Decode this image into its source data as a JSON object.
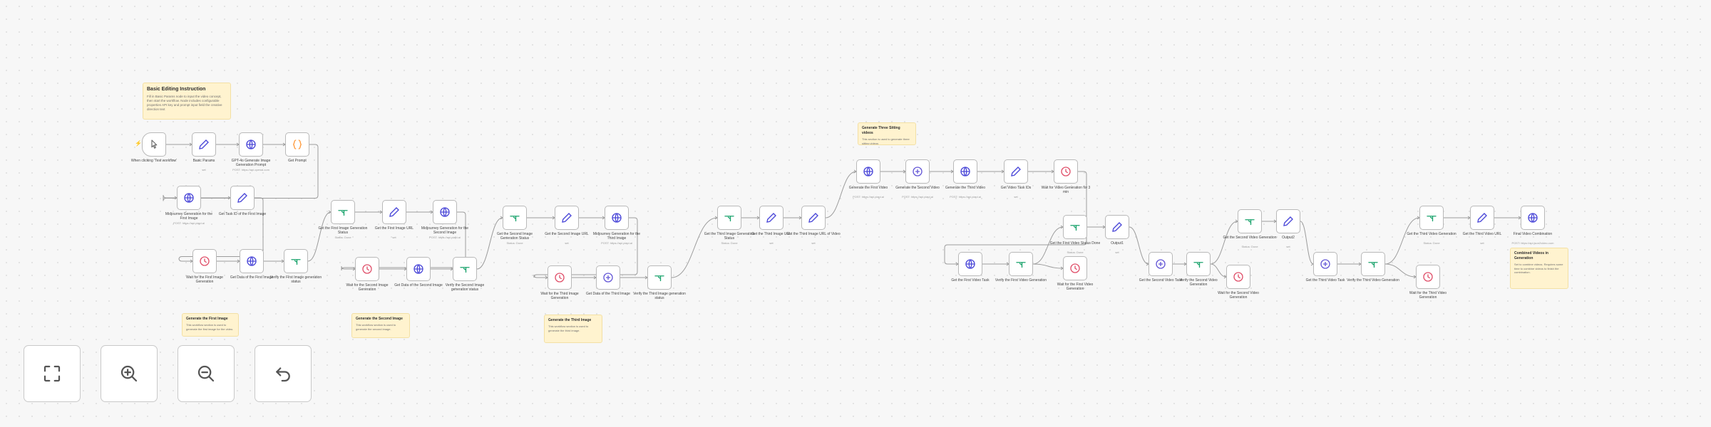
{
  "colors": {
    "http": "#4b48d8",
    "edit": "#4b48d8",
    "code": "#ff9a3c",
    "wait": "#e0516b",
    "if": "#1aa36c",
    "trigger": "#6a6a6a",
    "router": "#6558d6",
    "sticky": "#fff3cf"
  },
  "sticky_notes": [
    {
      "title": "Basic Editing Instruction",
      "body": "Fill in Basic Params node to input the video concept, then start the workflow. Node includes configurable properties API key and prompt input field the creative direction text"
    },
    {
      "title": "Generate the First Image",
      "body": "This workflow section is used to generate the first image for the video."
    },
    {
      "title": "Generate the Second Image",
      "body": "This workflow section is used to generate the second image."
    },
    {
      "title": "Generate the Third Image",
      "body": "This workflow section is used to generate the third image."
    },
    {
      "title": "Generate Three Sitting videos",
      "body": "This section is used to generate three sitting videos"
    },
    {
      "title": "Combined Videos in Generation",
      "body": "Set to combine videos. Requires some time to combine videos to finish the combination."
    }
  ],
  "nodes": [
    {
      "icon": "trigger",
      "label": "When clicking 'Test workflow'",
      "sub": ""
    },
    {
      "icon": "edit",
      "label": "Basic Params",
      "sub": "set"
    },
    {
      "icon": "http",
      "label": "GPT-4o Generate Image Generation Prompt",
      "sub": "POST: https://api.openai.com"
    },
    {
      "icon": "code",
      "label": "Get Prompt",
      "sub": ""
    },
    {
      "icon": "http",
      "label": "Midjourney Generation for the First Image",
      "sub": "POST: https://api.piapi.ai"
    },
    {
      "icon": "edit",
      "label": "Get Task ID of the First Image",
      "sub": ""
    },
    {
      "icon": "wait",
      "label": "Wait for the First Image Generation",
      "sub": ""
    },
    {
      "icon": "http",
      "label": "Get Data of the First Image",
      "sub": ""
    },
    {
      "icon": "if",
      "label": "Verify the First Image generation status",
      "sub": ""
    },
    {
      "icon": "if",
      "label": "Get the First Image Generation Status",
      "sub": "Status: Done"
    },
    {
      "icon": "edit",
      "label": "Get the First Image URL",
      "sub": "set"
    },
    {
      "icon": "http",
      "label": "Midjourney Generation for the Second Image",
      "sub": "POST: https://api.piapi.ai"
    },
    {
      "icon": "wait",
      "label": "Wait for the Second Image Generation",
      "sub": ""
    },
    {
      "icon": "http",
      "label": "Get Data of the Second Image",
      "sub": ""
    },
    {
      "icon": "if",
      "label": "Verify the Second Image generation status",
      "sub": ""
    },
    {
      "icon": "if",
      "label": "Get the Second Image Generation Status",
      "sub": "Status: Done"
    },
    {
      "icon": "edit",
      "label": "Get the Second Image URL",
      "sub": "set"
    },
    {
      "icon": "http",
      "label": "Midjourney Generation for the Third Image",
      "sub": "POST: https://api.piapi.ai"
    },
    {
      "icon": "wait",
      "label": "Wait for the Third Image Generation",
      "sub": ""
    },
    {
      "icon": "router",
      "label": "Get Data of the Third Image",
      "sub": ""
    },
    {
      "icon": "if",
      "label": "Verify the Third Image generation status",
      "sub": ""
    },
    {
      "icon": "if",
      "label": "Get the Third Image Generation Status",
      "sub": "Status: Done"
    },
    {
      "icon": "edit",
      "label": "Get the Third Image URL",
      "sub": "set"
    },
    {
      "icon": "edit",
      "label": "Get the Third Image URL of Video",
      "sub": "set"
    },
    {
      "icon": "http",
      "label": "Generate the First Video",
      "sub": "POST: https://api.piapi.ai"
    },
    {
      "icon": "router",
      "label": "Generate the Second Video",
      "sub": "POST: https://api.piapi.ai"
    },
    {
      "icon": "http",
      "label": "Generate the Third Video",
      "sub": "POST: https://api.piapi.ai"
    },
    {
      "icon": "edit",
      "label": "Get Video Task IDs",
      "sub": "set"
    },
    {
      "icon": "wait",
      "label": "Wait for Video Generation for 3 min",
      "sub": ""
    },
    {
      "icon": "http",
      "label": "Get the First Video Task",
      "sub": ""
    },
    {
      "icon": "if",
      "label": "Verify the First Video Generation",
      "sub": ""
    },
    {
      "icon": "if",
      "label": "Get the First Video Status Done",
      "sub": "Status: Done"
    },
    {
      "icon": "wait",
      "label": "Wait for the First Video Generation",
      "sub": ""
    },
    {
      "icon": "edit",
      "label": "Output1",
      "sub": "set"
    },
    {
      "icon": "router",
      "label": "Get the Second Video Task",
      "sub": ""
    },
    {
      "icon": "if",
      "label": "Verify the Second Video Generation",
      "sub": ""
    },
    {
      "icon": "if",
      "label": "Get the Second Video Generation",
      "sub": "Status: Done"
    },
    {
      "icon": "edit",
      "label": "Output2",
      "sub": "set"
    },
    {
      "icon": "wait",
      "label": "Wait for the Second Video Generation",
      "sub": ""
    },
    {
      "icon": "router",
      "label": "Get the Third Video Task",
      "sub": ""
    },
    {
      "icon": "if",
      "label": "Verify the Third Video Generation",
      "sub": ""
    },
    {
      "icon": "wait",
      "label": "Wait for the Third Video Generation",
      "sub": ""
    },
    {
      "icon": "if",
      "label": "Get the Third Video Generation",
      "sub": "Status: Done"
    },
    {
      "icon": "edit",
      "label": "Get the Third Video URL",
      "sub": "set"
    },
    {
      "icon": "http",
      "label": "Final Video Combination",
      "sub": "POST: https://api.json2video.com"
    }
  ],
  "controls": [
    {
      "name": "zoom-to-fit-button",
      "icon": "fit"
    },
    {
      "name": "zoom-in-button",
      "icon": "zoom-in"
    },
    {
      "name": "zoom-out-button",
      "icon": "zoom-out"
    },
    {
      "name": "reset-zoom-button",
      "icon": "undo"
    }
  ]
}
